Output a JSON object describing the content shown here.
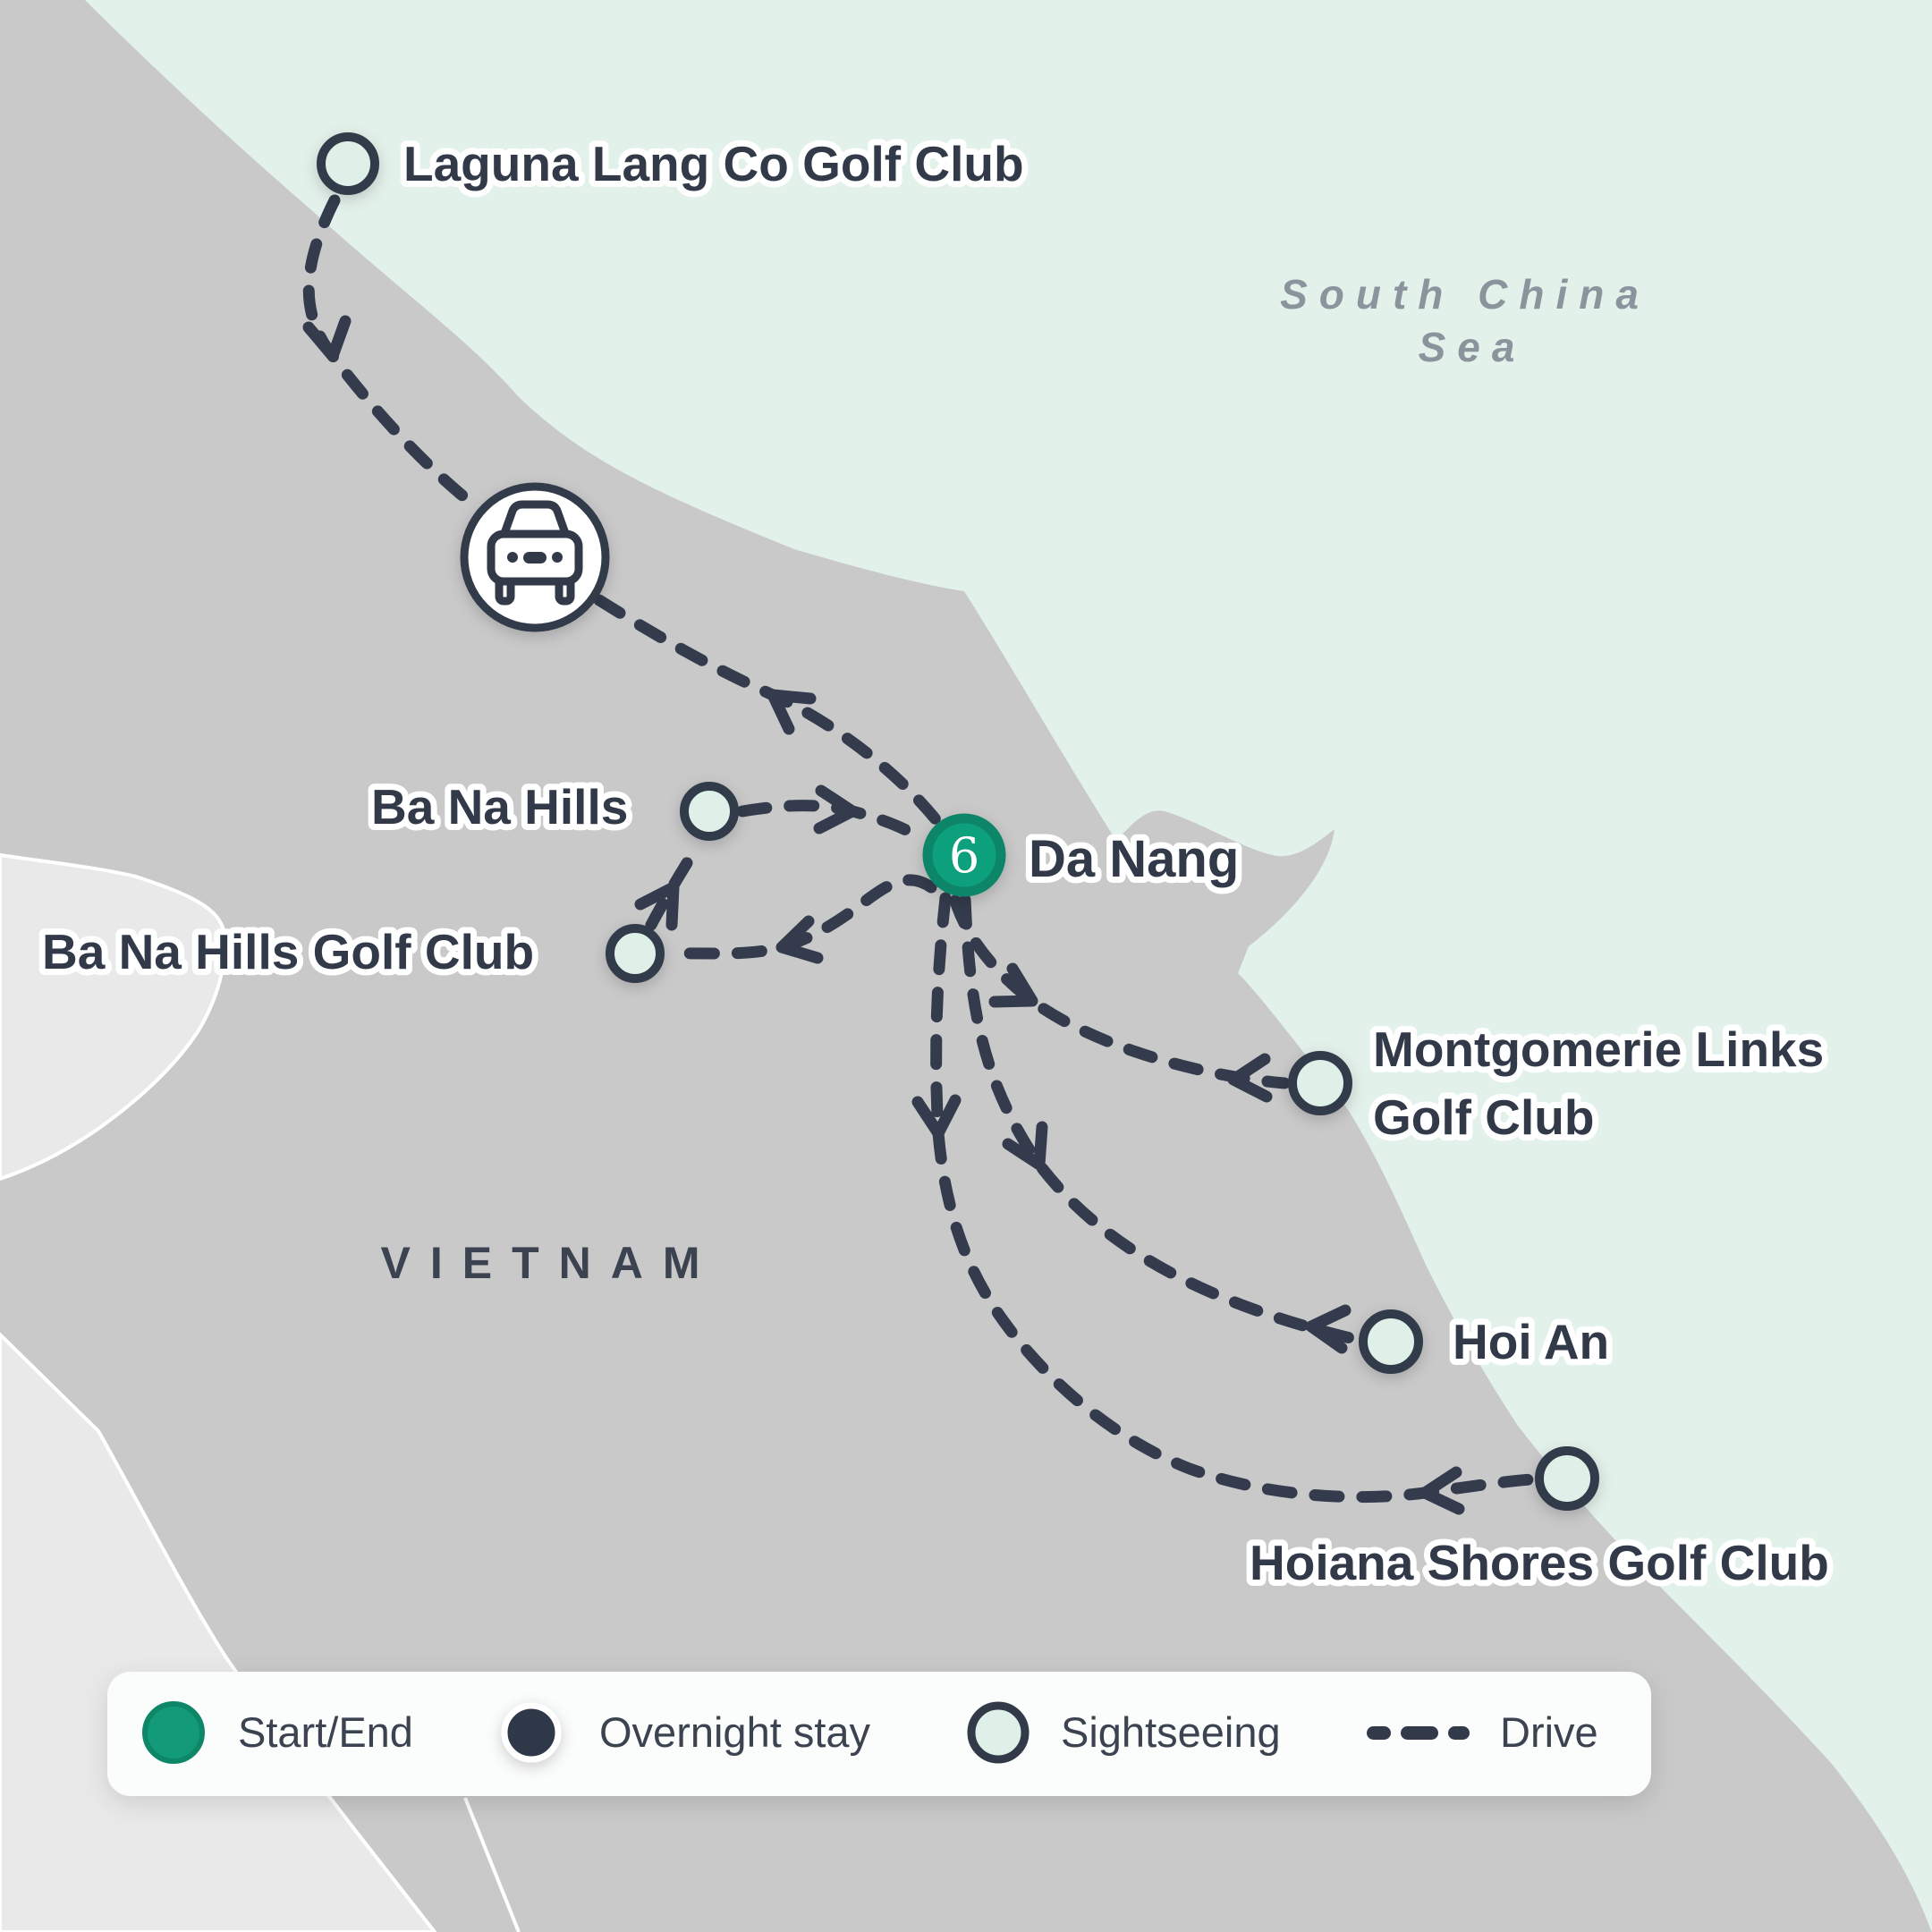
{
  "map": {
    "country_label": "VIETNAM",
    "sea_label": {
      "line1": "South China",
      "line2": "Sea"
    },
    "locations": {
      "laguna": {
        "label": "Laguna Lang Co Golf Club",
        "type": "sightseeing"
      },
      "ba_na_hills": {
        "label": "Ba Na Hills",
        "type": "sightseeing"
      },
      "ba_na_hills_golf": {
        "label": "Ba Na Hills Golf Club",
        "type": "sightseeing"
      },
      "da_nang": {
        "label": "Da Nang",
        "nights": "6",
        "type": "start-end"
      },
      "montgomerie": {
        "label_line1": "Montgomerie Links",
        "label_line2": "Golf Club",
        "type": "sightseeing"
      },
      "hoi_an": {
        "label": "Hoi An",
        "type": "sightseeing"
      },
      "hoiana": {
        "label": "Hoiana Shores Golf Club",
        "type": "sightseeing"
      }
    },
    "waypoint_icon": "car-icon",
    "colors": {
      "start_end_green": "#10a07c",
      "start_end_ring": "#0c8568",
      "route_slate": "#333b4c",
      "sea_mint": "#e3f1eb",
      "land_grey": "#c9c9ca",
      "neighbor_grey": "#e9e9ea",
      "marker_mint": "#dff0e9",
      "label_dark": "#323a49",
      "sea_text_grey": "#8b949c"
    }
  },
  "legend": {
    "start_end": "Start/End",
    "overnight": "Overnight stay",
    "sightseeing": "Sightseeing",
    "drive": "Drive"
  }
}
